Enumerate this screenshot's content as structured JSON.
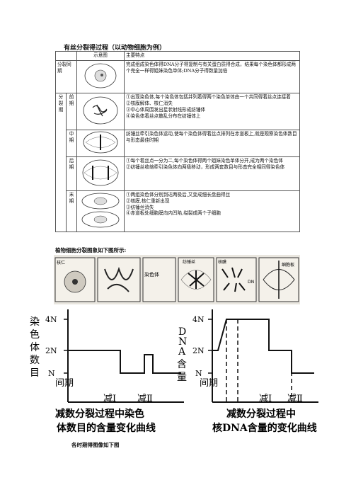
{
  "page_title": "有丝分裂得过程（以动物细胞为例）",
  "table": {
    "col_diagram": "示意图",
    "col_features": "主要特点",
    "interphase_label": "分裂间期",
    "interphase_text": "完成组成染色体得DNA分子得复制与有关蛋白质得合成，结果每个染色体都形成两个完全一样得姐妹染色单体;DNA分子得数量加倍",
    "division_label": [
      "分",
      "裂",
      "期"
    ],
    "stages": [
      {
        "name": [
          "前",
          "期"
        ],
        "lines": [
          "①出现染色体,每个染色体包括并列着得两个染色单体由一个共同得着丝点连接着",
          "②核膜解体、核仁消失",
          "③中心体周围发出星状射线形成纺锤体",
          "④染色体着丝点散乱分布在纺锤体上"
        ]
      },
      {
        "name": [
          "中",
          "期"
        ],
        "lines": [
          "纺锤丝牵引染色体运动,使每个染色体得着丝点排列在赤道板上,就是观察染色体数目与形态最佳时期"
        ]
      },
      {
        "name": [
          "后",
          "期"
        ],
        "lines": [
          "①每个着丝点一分为二,每个染色体得两个姐妹染色单体分开,成为两个染色体",
          "②纺锤丝收缩牵引染色体向两极移动，形成两套数目与形态完全相同得染色体"
        ]
      },
      {
        "name": [
          "末",
          "期"
        ],
        "lines": [
          "①两组染色体分别到达两极后,又变成细长盘曲得丝",
          "②核膜,核仁重新出现",
          "③纺锤丝消失",
          "④赤道板处细胞膜向内凹陷,缢裂成两个子细胞"
        ]
      }
    ]
  },
  "plant_caption": "植物细胞分裂图象如下图所示:",
  "plant_labels": {
    "nucleolus": "核仁",
    "chromosome": "染色体",
    "spindle": "纺锤丝",
    "membrane": "核膜",
    "dna": "DN",
    "cell_plate": "细胞板"
  },
  "graphs": {
    "left": {
      "ylabel": "染色体数目",
      "ticks": [
        "4N",
        "2N",
        "N"
      ],
      "phase": "间期",
      "meiosis1": "减Ⅰ",
      "meiosis2": "减Ⅱ",
      "caption1": "减数分裂过程中染色",
      "caption2": "体数目的含量变化曲线"
    },
    "right": {
      "ylabel": "DNA含量",
      "ticks": [
        "4N",
        "2N",
        "N"
      ],
      "phase": "间期",
      "meiosis1": "减Ⅰ",
      "meiosis2": "减Ⅱ",
      "caption1": "减数分裂过程中",
      "caption2": "核DNA含量的变化曲线"
    }
  },
  "bottom_caption": "各时期得图像如下图"
}
